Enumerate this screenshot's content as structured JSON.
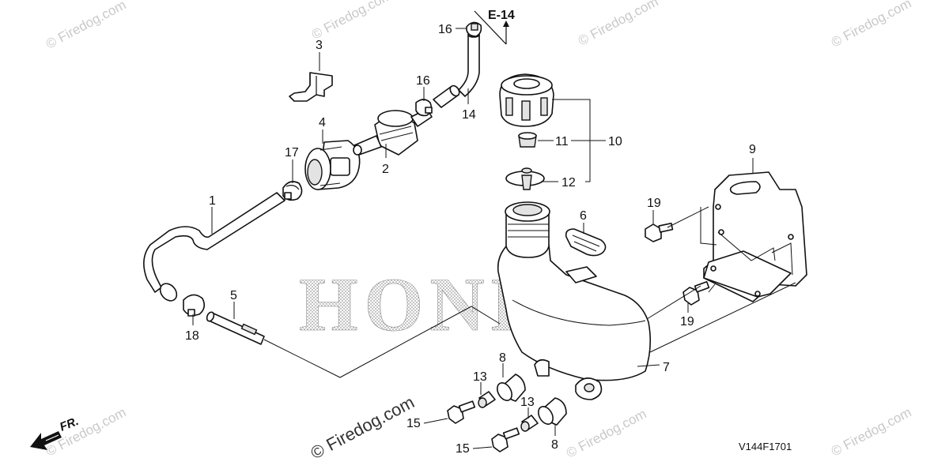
{
  "watermark": {
    "text": "© Firedog.com",
    "brand": "HONDA"
  },
  "section_ref": "E-14",
  "diagram_code": "V144F1701",
  "direction": "FR.",
  "callouts": {
    "c1": "1",
    "c2": "2",
    "c3": "3",
    "c4": "4",
    "c5": "5",
    "c6": "6",
    "c7": "7",
    "c8a": "8",
    "c8b": "8",
    "c9": "9",
    "c10": "10",
    "c11": "11",
    "c12": "12",
    "c13a": "13",
    "c13b": "13",
    "c14": "14",
    "c15a": "15",
    "c15b": "15",
    "c16a": "16",
    "c16b": "16",
    "c17": "17",
    "c18": "18",
    "c19a": "19",
    "c19b": "19"
  },
  "icons": [
    "fuel-tank-icon",
    "fuel-cap-icon",
    "fuel-filter-icon",
    "hose-icon",
    "clamp-icon",
    "bracket-icon",
    "bolt-icon",
    "arrow-icon"
  ]
}
